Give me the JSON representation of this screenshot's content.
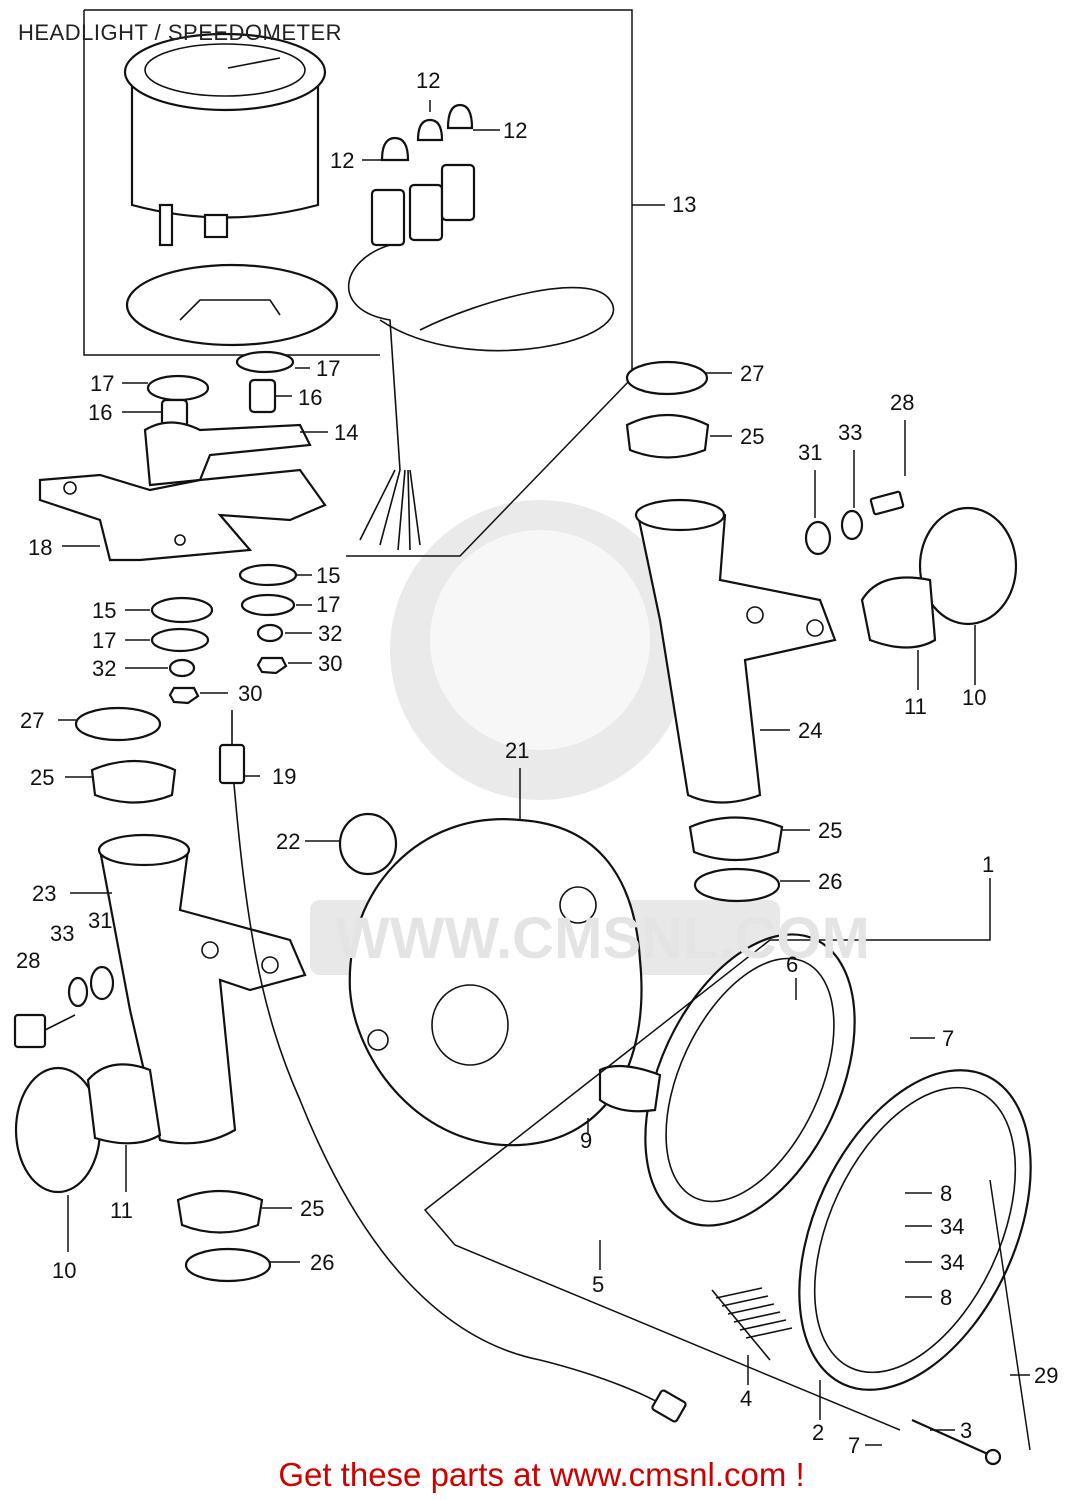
{
  "diagram": {
    "title": "HEADLIGHT / SPEEDOMETER",
    "footer": "Get these parts at www.cmsnl.com !",
    "watermark": "WWW.CMSNL.COM",
    "callouts": [
      {
        "id": "c13",
        "text": "13"
      },
      {
        "id": "c12a",
        "text": "12"
      },
      {
        "id": "c12b",
        "text": "12"
      },
      {
        "id": "c12c",
        "text": "12"
      },
      {
        "id": "c17a",
        "text": "17"
      },
      {
        "id": "c17b",
        "text": "17"
      },
      {
        "id": "c17c",
        "text": "17"
      },
      {
        "id": "c17d",
        "text": "17"
      },
      {
        "id": "c16a",
        "text": "16"
      },
      {
        "id": "c16b",
        "text": "16"
      },
      {
        "id": "c14",
        "text": "14"
      },
      {
        "id": "c18",
        "text": "18"
      },
      {
        "id": "c15a",
        "text": "15"
      },
      {
        "id": "c15b",
        "text": "15"
      },
      {
        "id": "c32a",
        "text": "32"
      },
      {
        "id": "c32b",
        "text": "32"
      },
      {
        "id": "c30a",
        "text": "30"
      },
      {
        "id": "c30b",
        "text": "30"
      },
      {
        "id": "c27a",
        "text": "27"
      },
      {
        "id": "c27b",
        "text": "27"
      },
      {
        "id": "c25a",
        "text": "25"
      },
      {
        "id": "c25b",
        "text": "25"
      },
      {
        "id": "c25c",
        "text": "25"
      },
      {
        "id": "c25d",
        "text": "25"
      },
      {
        "id": "c26a",
        "text": "26"
      },
      {
        "id": "c26b",
        "text": "26"
      },
      {
        "id": "c19",
        "text": "19"
      },
      {
        "id": "c21",
        "text": "21"
      },
      {
        "id": "c22",
        "text": "22"
      },
      {
        "id": "c23",
        "text": "23"
      },
      {
        "id": "c24",
        "text": "24"
      },
      {
        "id": "c28a",
        "text": "28"
      },
      {
        "id": "c28b",
        "text": "28"
      },
      {
        "id": "c33a",
        "text": "33"
      },
      {
        "id": "c33b",
        "text": "33"
      },
      {
        "id": "c31a",
        "text": "31"
      },
      {
        "id": "c31b",
        "text": "31"
      },
      {
        "id": "c11a",
        "text": "11"
      },
      {
        "id": "c11b",
        "text": "11"
      },
      {
        "id": "c10a",
        "text": "10"
      },
      {
        "id": "c10b",
        "text": "10"
      },
      {
        "id": "c1",
        "text": "1"
      },
      {
        "id": "c6",
        "text": "6"
      },
      {
        "id": "c7a",
        "text": "7"
      },
      {
        "id": "c7b",
        "text": "7"
      },
      {
        "id": "c9",
        "text": "9"
      },
      {
        "id": "c8a",
        "text": "8"
      },
      {
        "id": "c8b",
        "text": "8"
      },
      {
        "id": "c34a",
        "text": "34"
      },
      {
        "id": "c34b",
        "text": "34"
      },
      {
        "id": "c5",
        "text": "5"
      },
      {
        "id": "c4",
        "text": "4"
      },
      {
        "id": "c29",
        "text": "29"
      },
      {
        "id": "c3",
        "text": "3"
      },
      {
        "id": "c2",
        "text": "2"
      }
    ]
  }
}
